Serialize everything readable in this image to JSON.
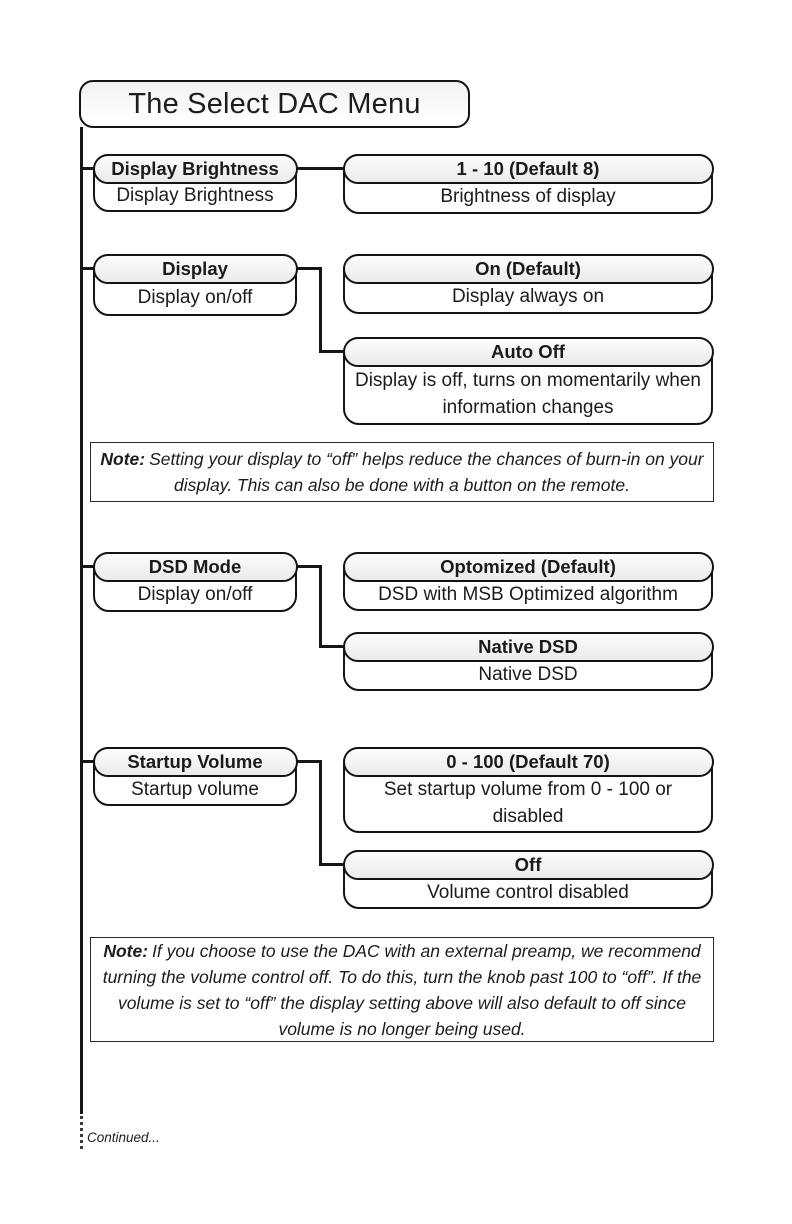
{
  "title": "The Select DAC Menu",
  "menu": [
    {
      "item": {
        "label": "Display Brightness",
        "description": "Display Brightness"
      },
      "options": [
        {
          "label": "1 - 10 (Default 8)",
          "description": "Brightness of display"
        }
      ]
    },
    {
      "item": {
        "label": "Display",
        "description": "Display on/off"
      },
      "options": [
        {
          "label": "On (Default)",
          "description": "Display always on"
        },
        {
          "label": "Auto Off",
          "description": "Display is off, turns on momentarily when information changes"
        }
      ]
    },
    {
      "item": {
        "label": "DSD Mode",
        "description": "Display on/off"
      },
      "options": [
        {
          "label": "Optomized (Default)",
          "description": "DSD with MSB Optimized algorithm"
        },
        {
          "label": "Native DSD",
          "description": "Native DSD"
        }
      ]
    },
    {
      "item": {
        "label": "Startup Volume",
        "description": "Startup volume"
      },
      "options": [
        {
          "label": "0 - 100 (Default 70)",
          "description": "Set startup volume from 0 - 100 or disabled"
        },
        {
          "label": "Off",
          "description": "Volume control disabled"
        }
      ]
    }
  ],
  "notes": [
    {
      "prefix": "Note:",
      "text": "Setting your display to “off” helps reduce the chances of burn-in on your display. This can also be done with a button on the remote."
    },
    {
      "prefix": "Note:",
      "text": "If you choose to use the DAC with an external preamp, we recommend turning the volume control off. To do this, turn the knob past 100 to “off”. If the volume is set to “off” the display setting above will also default to off since volume is no longer being used."
    }
  ],
  "continued_label": "Continued...",
  "colors": {
    "line": "#161616",
    "box_border": "#141414",
    "pill_gradient_top": "#fcfcfc",
    "pill_gradient_bottom": "#ebebeb",
    "note_border": "#2a2a2a",
    "text": "#1b1b1b"
  }
}
